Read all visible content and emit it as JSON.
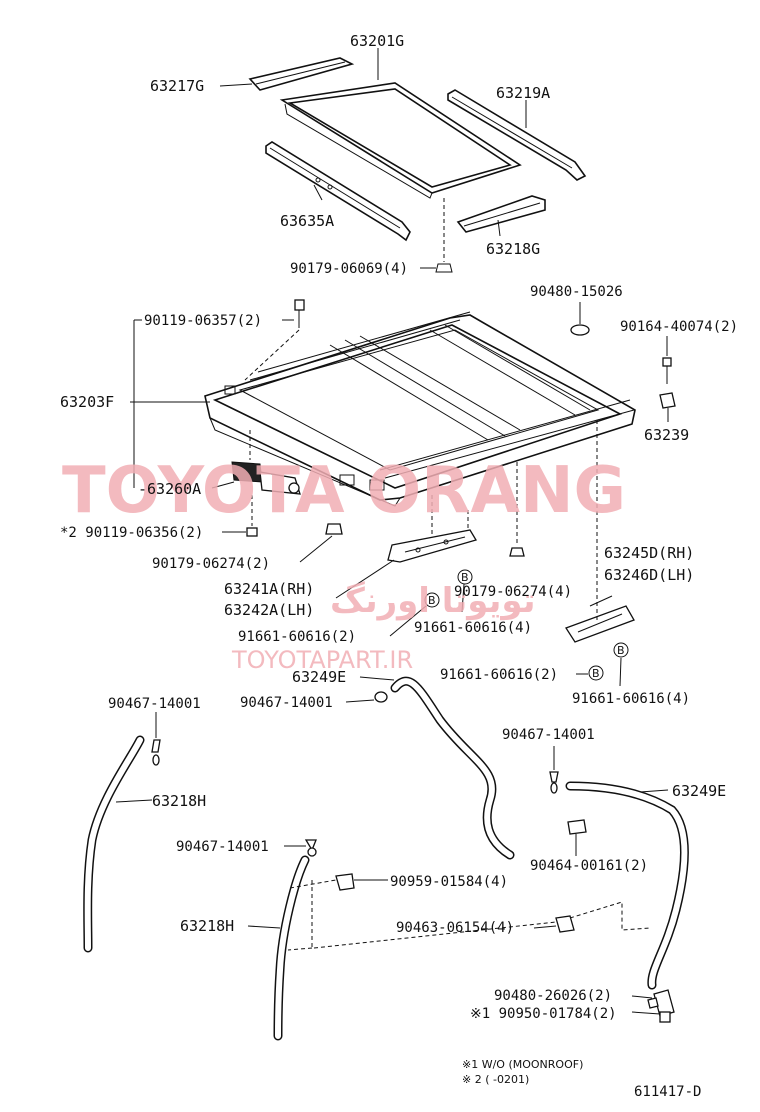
{
  "watermark": {
    "brand": "TOYOTA ORANG",
    "arabic": "تویوتا اورنگ",
    "site": "TOYOTAPART.IR"
  },
  "labels": {
    "p63201G": "63201G",
    "p63217G": "63217G",
    "p63219A": "63219A",
    "p63635A": "63635A",
    "p63218G": "63218G",
    "p90179_06069": "90179-06069(4)",
    "p90480_15026": "90480-15026",
    "p90119_06357": "90119-06357(2)",
    "p90164_40074": "90164-40074(2)",
    "p63203F": "63203F",
    "p63239": "63239",
    "p63260A": "-63260A",
    "p90119_06356": "*2 90119-06356(2)",
    "p90179_06274a": "90179-06274(2)",
    "p63241A": "63241A(RH)",
    "p63242A": "63242A(LH)",
    "p90179_06274b": "90179-06274(4)",
    "p63245D": "63245D(RH)",
    "p63246D": "63246D(LH)",
    "p91661_60616a": "91661-60616(2)",
    "p91661_60616b": "91661-60616(4)",
    "p91661_60616c": "91661-60616(2)",
    "p91661_60616d": "91661-60616(4)",
    "p63249E_a": "63249E",
    "p90467_a": "90467-14001",
    "p90467_b": "90467-14001",
    "p90467_c": "90467-14001",
    "p90467_d": "90467-14001",
    "p63218H_a": "63218H",
    "p63218H_b": "63218H",
    "p63249E_b": "63249E",
    "p90464_00161": "90464-00161(2)",
    "p90959_01584": "90959-01584(4)",
    "p90463_06154": "90463-06154(4)",
    "p90480_26026": "90480-26026(2)",
    "p90950_01784": "※1 90950-01784(2)"
  },
  "notes": {
    "note1": "※1 W/O  (MOONROOF)",
    "note2": "※ 2 (         -0201)",
    "code": "611417-D"
  },
  "callout_marker": "B"
}
